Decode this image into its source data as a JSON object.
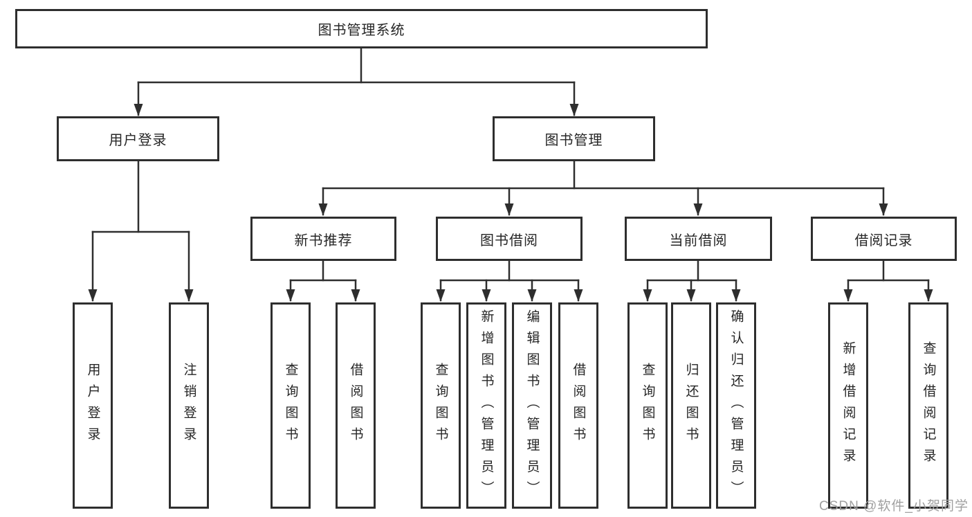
{
  "nodes": {
    "root": {
      "label": "图书管理系统"
    },
    "user_login": {
      "label": "用户登录",
      "children": {
        "login": {
          "label": "用户登录"
        },
        "logout": {
          "label": "注销登录"
        }
      }
    },
    "book_management": {
      "label": "图书管理",
      "children": {
        "new_book_recommend": {
          "label": "新书推荐",
          "children": {
            "query_book": {
              "label": "查询图书"
            },
            "borrow_book": {
              "label": "借阅图书"
            }
          }
        },
        "book_borrow": {
          "label": "图书借阅",
          "children": {
            "query_book": {
              "label": "查询图书"
            },
            "add_book": {
              "label": "新增图书（管理员）"
            },
            "edit_book": {
              "label": "编辑图书（管理员）"
            },
            "borrow_book": {
              "label": "借阅图书"
            }
          }
        },
        "current_borrow": {
          "label": "当前借阅",
          "children": {
            "query_book": {
              "label": "查询图书"
            },
            "return_book": {
              "label": "归还图书"
            },
            "confirm_return": {
              "label": "确认归还（管理员）"
            }
          }
        },
        "borrow_records": {
          "label": "借阅记录",
          "children": {
            "add_record": {
              "label": "新增借阅记录"
            },
            "query_record": {
              "label": "查询借阅记录"
            }
          }
        }
      }
    }
  },
  "watermark": {
    "text": "CSDN @软件_小贺同学"
  },
  "colors": {
    "line": "#2e2e2e",
    "box_border": "#2e2e2e",
    "box_fill": "#ffffff",
    "text": "#262626",
    "watermark": "#a0a0a0"
  }
}
